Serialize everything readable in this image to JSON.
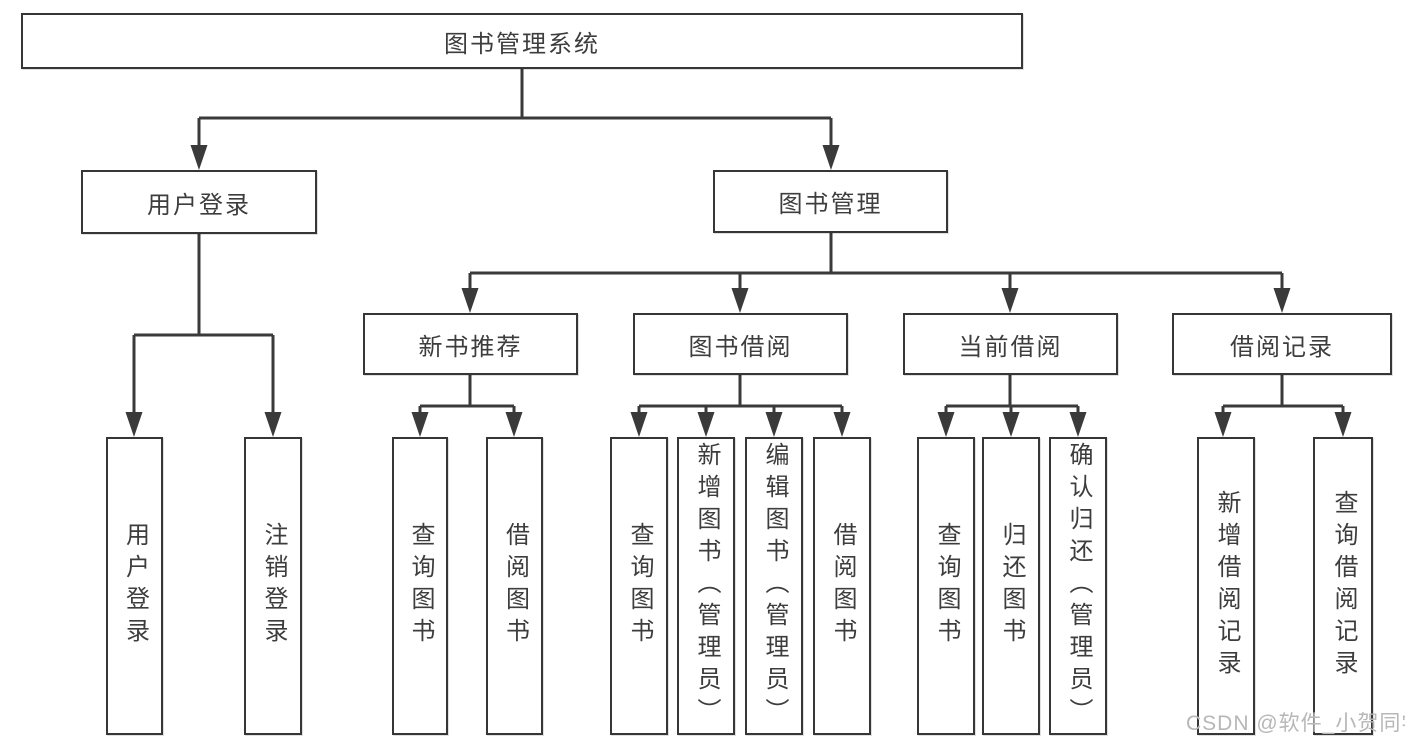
{
  "diagram": {
    "title": "图书管理系统",
    "root": {
      "label": "图书管理系统"
    },
    "branches": [
      {
        "label": "用户登录",
        "children": [
          {
            "label": "用户登录"
          },
          {
            "label": "注销登录"
          }
        ]
      },
      {
        "label": "图书管理",
        "children": [
          {
            "label": "新书推荐",
            "children": [
              {
                "label": "查询图书"
              },
              {
                "label": "借阅图书"
              }
            ]
          },
          {
            "label": "图书借阅",
            "children": [
              {
                "label": "查询图书"
              },
              {
                "label": "新增图书（管理员）"
              },
              {
                "label": "编辑图书（管理员）"
              },
              {
                "label": "借阅图书"
              }
            ]
          },
          {
            "label": "当前借阅",
            "children": [
              {
                "label": "查询图书"
              },
              {
                "label": "归还图书"
              },
              {
                "label": "确认归还（管理员）"
              }
            ]
          },
          {
            "label": "借阅记录",
            "children": [
              {
                "label": "新增借阅记录"
              },
              {
                "label": "查询借阅记录"
              }
            ]
          }
        ]
      }
    ]
  },
  "watermark": "CSDN @软件_小贺同学",
  "colors": {
    "line": "#3a3a3a",
    "box_border": "#363636",
    "text": "#3d3d3d",
    "watermark": "#b7b7b7",
    "background": "#ffffff"
  }
}
